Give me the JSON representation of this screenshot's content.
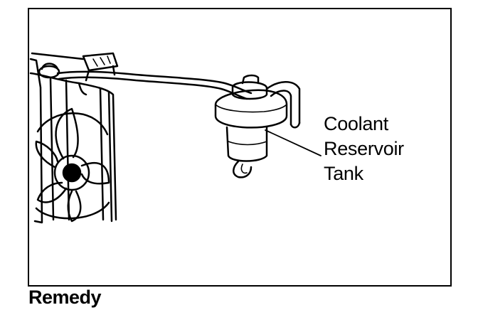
{
  "figure": {
    "callout": {
      "line1": "Coolant",
      "line2": "Reservoir",
      "line3": "Tank"
    },
    "caption": "Remedy"
  },
  "icons": {
    "radiator": "radiator-fan-illustration",
    "reservoir": "coolant-reservoir-tank-illustration"
  }
}
